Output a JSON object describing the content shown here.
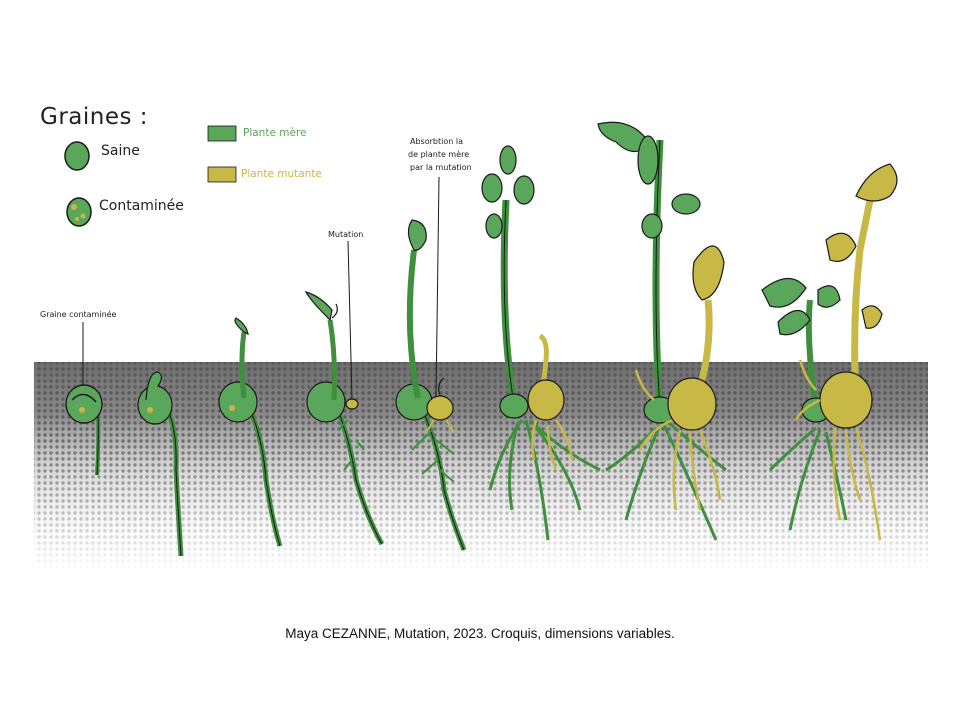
{
  "legend": {
    "title": "Graines :",
    "seed_healthy": "Saine",
    "seed_contaminated": "Contaminée",
    "swatch_mother": "Plante mère",
    "swatch_mutant": "Plante mutante"
  },
  "annotations": {
    "contaminated_seed": "Graine contaminée",
    "mutation": "Mutation",
    "absorption_line1": "Absorbtion la",
    "absorption_line2": "de plante mère",
    "absorption_line3": "par la mutation"
  },
  "caption": "Maya CEZANNE, Mutation, 2023. Croquis, dimensions variables.",
  "colors": {
    "mother_green": "#5aa65a",
    "mutant_yellow": "#c8b845",
    "outline": "#1a1a1a",
    "ground_top": "#6e6e6e"
  }
}
